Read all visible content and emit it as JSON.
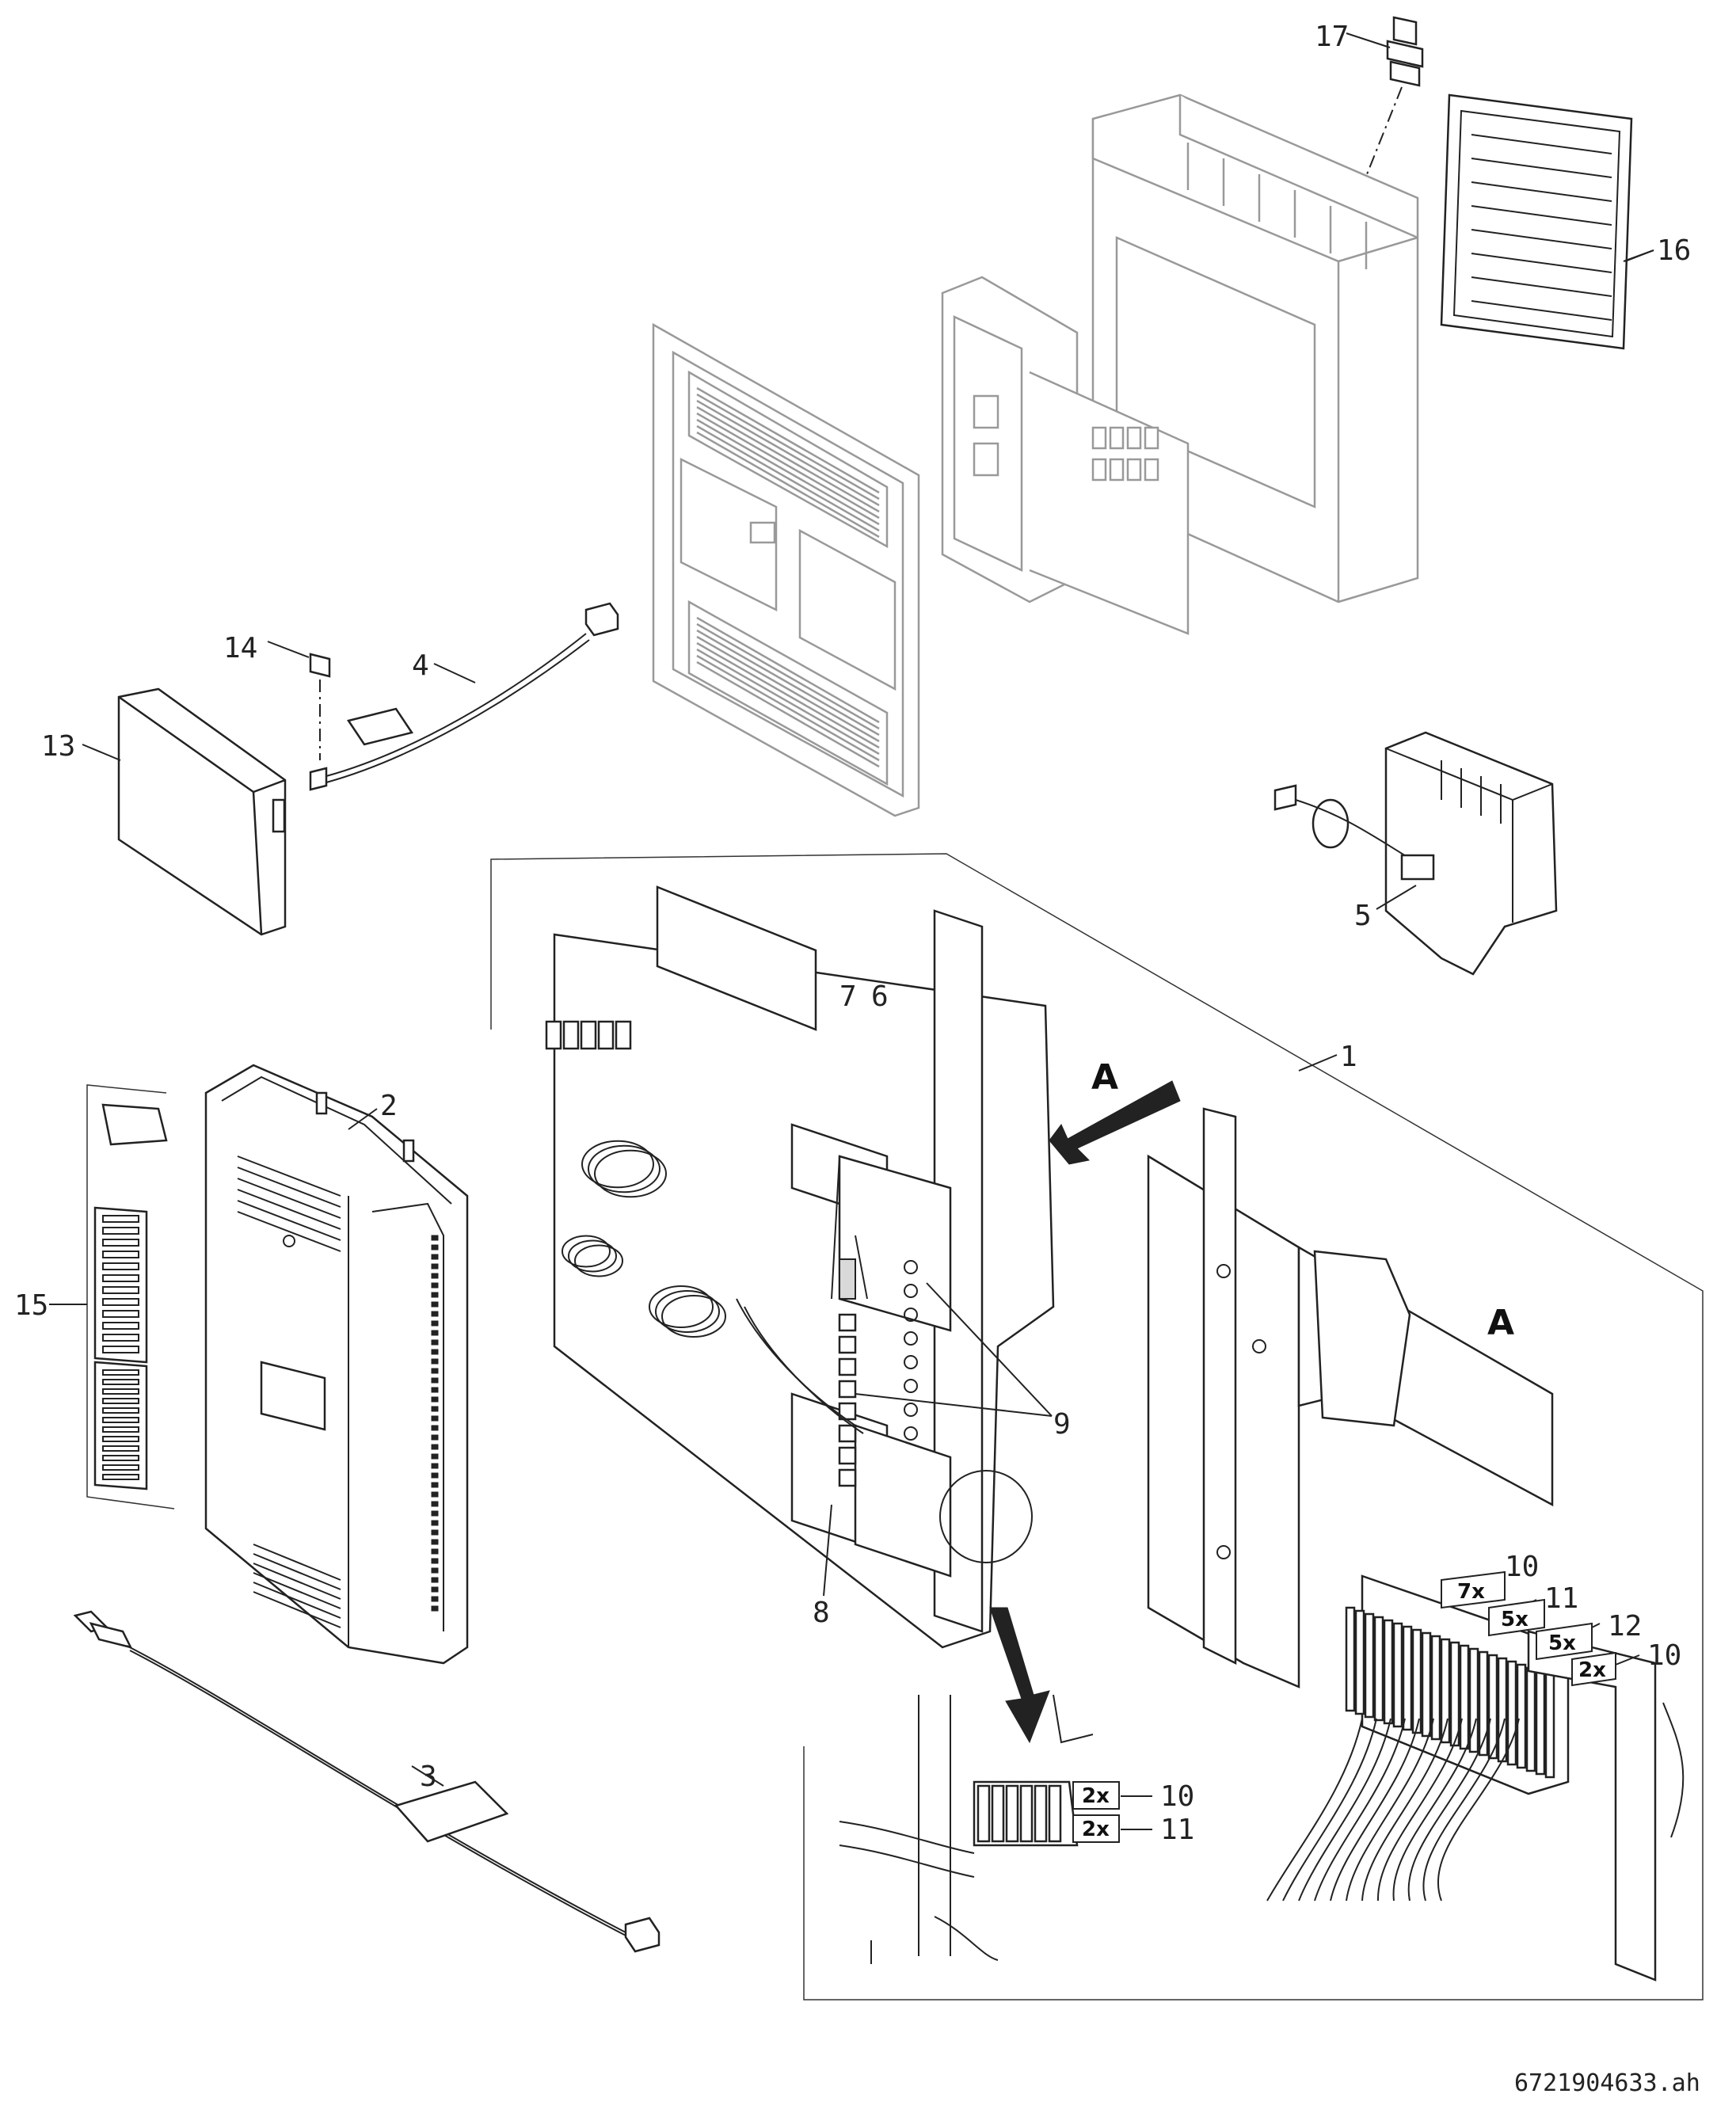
{
  "document_id": "6721904633.ah",
  "view_label": "A",
  "part_labels": {
    "p1": "1",
    "p2": "2",
    "p3": "3",
    "p4": "4",
    "p5": "5",
    "p6": "6",
    "p7": "7",
    "p8": "8",
    "p9": "9",
    "p10a": "10",
    "p10b": "10",
    "p10c": "10",
    "p11a": "11",
    "p11b": "11",
    "p12": "12",
    "p13": "13",
    "p14": "14",
    "p15": "15",
    "p16": "16",
    "p17": "17"
  },
  "quantity_tags": {
    "q7x": "7x",
    "q5x_a": "5x",
    "q5x_b": "5x",
    "q2x_a": "2x",
    "q2x_b": "2x",
    "q2x_c": "2x"
  }
}
